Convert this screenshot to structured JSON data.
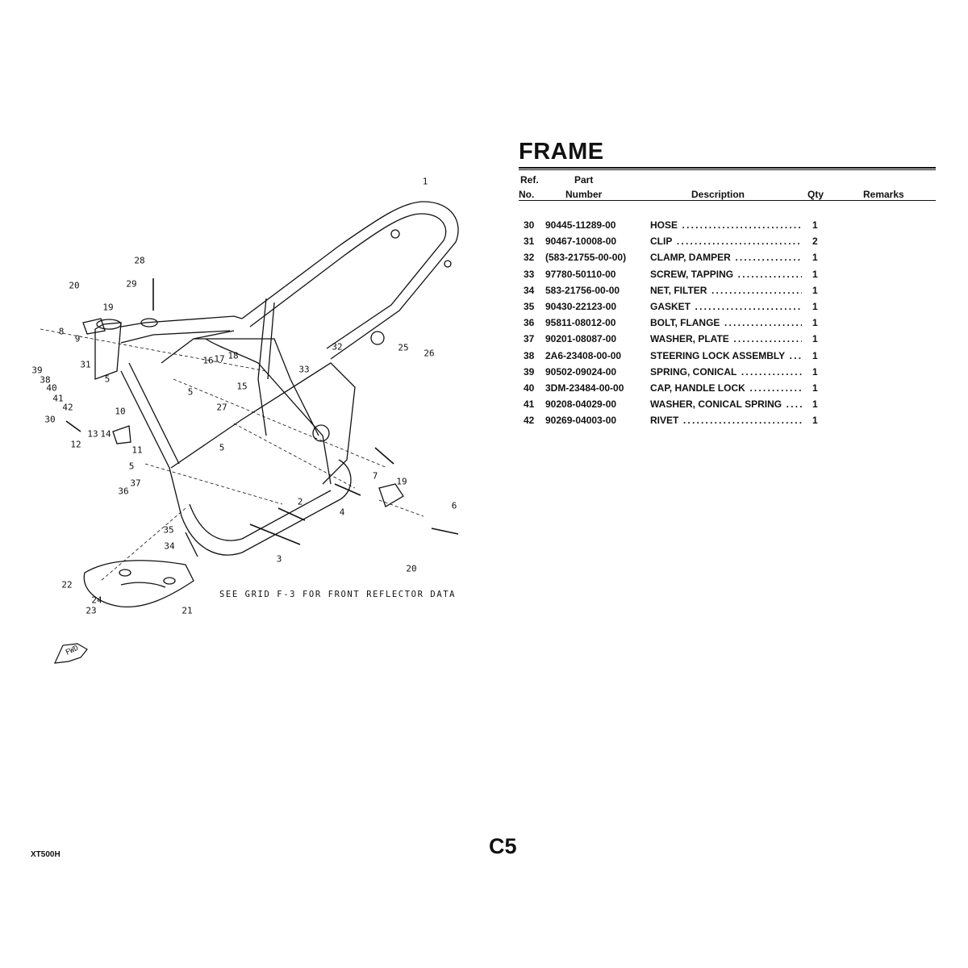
{
  "header": {
    "title": "FRAME"
  },
  "table": {
    "columns": {
      "ref_line1": "Ref.",
      "ref_line2": "No.",
      "part_line1": "Part",
      "part_line2": "Number",
      "description": "Description",
      "qty": "Qty",
      "remarks": "Remarks"
    },
    "rows": [
      {
        "ref": "30",
        "part": "90445-11289-00",
        "desc": "HOSE",
        "qty": "1"
      },
      {
        "ref": "31",
        "part": "90467-10008-00",
        "desc": "CLIP",
        "qty": "2"
      },
      {
        "ref": "32",
        "part": "(583-21755-00-00)",
        "desc": "CLAMP, DAMPER",
        "qty": "1"
      },
      {
        "ref": "33",
        "part": "97780-50110-00",
        "desc": "SCREW, TAPPING",
        "qty": "1"
      },
      {
        "ref": "34",
        "part": "583-21756-00-00",
        "desc": "NET, FILTER",
        "qty": "1"
      },
      {
        "ref": "35",
        "part": "90430-22123-00",
        "desc": "GASKET",
        "qty": "1"
      },
      {
        "ref": "36",
        "part": "95811-08012-00",
        "desc": "BOLT, FLANGE",
        "qty": "1"
      },
      {
        "ref": "37",
        "part": "90201-08087-00",
        "desc": "WASHER, PLATE",
        "qty": "1"
      },
      {
        "ref": "38",
        "part": "2A6-23408-00-00",
        "desc": "STEERING LOCK ASSEMBLY",
        "qty": "1"
      },
      {
        "ref": "39",
        "part": "90502-09024-00",
        "desc": "SPRING, CONICAL",
        "qty": "1"
      },
      {
        "ref": "40",
        "part": "3DM-23484-00-00",
        "desc": "CAP, HANDLE LOCK",
        "qty": "1"
      },
      {
        "ref": "41",
        "part": "90208-04029-00",
        "desc": "WASHER, CONICAL SPRING",
        "qty": "1"
      },
      {
        "ref": "42",
        "part": "90269-04003-00",
        "desc": "RIVET",
        "qty": "1"
      }
    ]
  },
  "diagram": {
    "callouts": [
      "1",
      "28",
      "29",
      "20",
      "19",
      "8",
      "9",
      "39",
      "38",
      "40",
      "41",
      "42",
      "31",
      "5",
      "30",
      "10",
      "13",
      "14",
      "12",
      "11",
      "5",
      "37",
      "36",
      "35",
      "34",
      "22",
      "24",
      "23",
      "21",
      "16",
      "17",
      "18",
      "15",
      "5",
      "27",
      "32",
      "33",
      "25",
      "26",
      "5",
      "7",
      "19",
      "2",
      "4",
      "6",
      "3",
      "20"
    ],
    "note": "SEE GRID F-3 FOR FRONT REFLECTOR DATA",
    "fwd_label": "FWD"
  },
  "footer": {
    "page": "C5",
    "model": "XT500H"
  }
}
